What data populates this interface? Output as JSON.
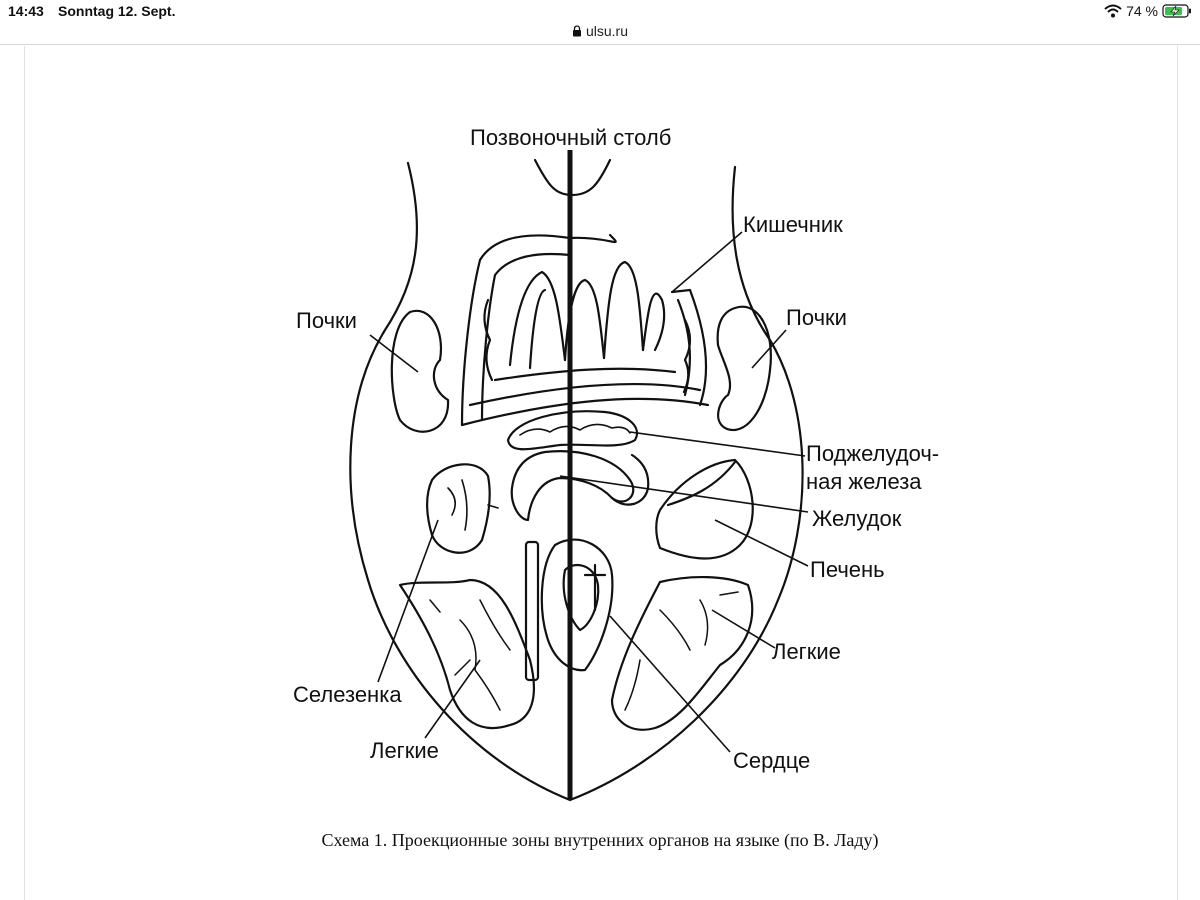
{
  "status_bar": {
    "time": "14:43",
    "date": "Sonntag 12. Sept.",
    "battery": "74 %",
    "icons": [
      "wifi-icon",
      "battery-charging-icon"
    ]
  },
  "url_bar": {
    "url": "ulsu.ru",
    "icon": "lock-icon"
  },
  "diagram": {
    "labels": {
      "spine": "Позвоночный столб",
      "intestine": "Кишечник",
      "kidneys_left": "Почки",
      "kidneys_right": "Почки",
      "pancreas_line1": "Поджелудоч-",
      "pancreas_line2": "ная железа",
      "stomach": "Желудок",
      "liver": "Печень",
      "lungs_right": "Легкие",
      "spleen": "Селезенка",
      "lungs_left": "Легкие",
      "heart": "Сердце"
    }
  },
  "caption": "Схема 1. Проекционные зоны внутренних органов на языке (по В. Ладу)"
}
